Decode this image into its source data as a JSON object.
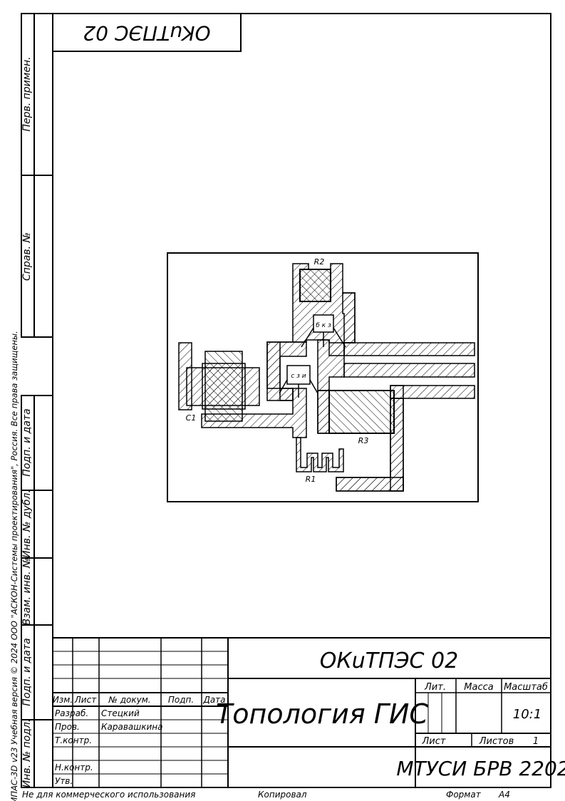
{
  "stamp_top": {
    "text": "OKuТПЭС 02"
  },
  "side_columns": {
    "perv_primen": "Перв. примен.",
    "sprav_no": "Справ. №",
    "podp_i_data_1": "Подп. и дата",
    "inv_no_dubl": "Инв. № дубл.",
    "vzam_inv_no": "Взам. инв. №",
    "podp_i_data_2": "Подп. и дата",
    "inv_no_podl": "Инв. № подл."
  },
  "side_note": "КОМПАС-3D v23 Учебная версия © 2024 ООО \"АСКОН-Системы проектирования\", Россия. Все права защищены.",
  "diagram": {
    "labels": {
      "r2": "R2",
      "r1": "R1",
      "r3": "R3",
      "c1": "C1",
      "bkz": "б к з",
      "czi": "с з и"
    }
  },
  "title_block": {
    "designation": "ОКuТПЭС 02",
    "name": "Топология ГИС",
    "headers": {
      "izm": "Изм.",
      "list": "Лист",
      "docum": "№ докум.",
      "podp": "Подп.",
      "data": "Дата"
    },
    "rows": {
      "razrab": "Разраб.",
      "razrab_name": "Стецкий",
      "prov": "Пров.",
      "prov_name": "Каравашкина",
      "tkontr": "Т.контр.",
      "nkontr": "Н.контр.",
      "utv": "Утв."
    },
    "lit": "Лит.",
    "massa": "Масса",
    "masshtab": "Масштаб",
    "scale_value": "10:1",
    "sheet_label": "Лист",
    "sheets_label": "Листов",
    "sheets_count": "1",
    "organization": "МТУСИ БРВ 2202"
  },
  "footer": {
    "not_commercial": "Не для коммерческого использования",
    "copied": "Копировал",
    "format_label": "Формат",
    "format_value": "А4"
  }
}
